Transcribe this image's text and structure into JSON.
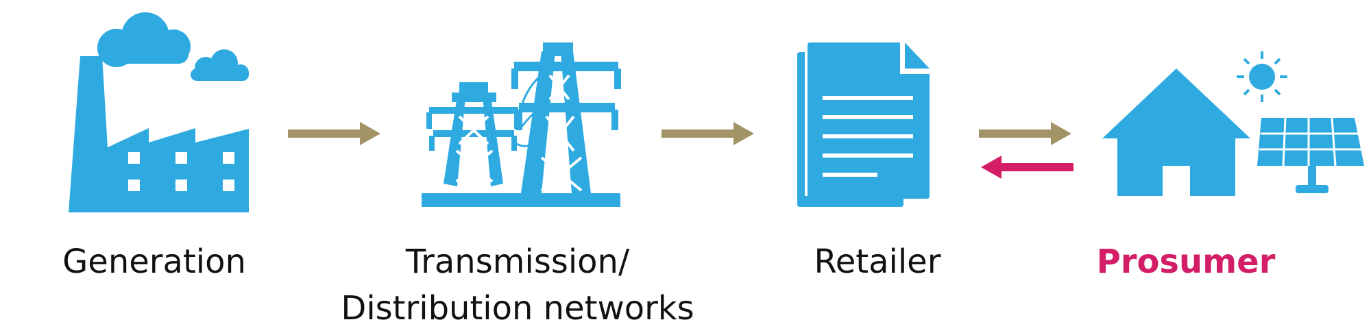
{
  "stages": [
    {
      "label": "Generation",
      "icon": "factory-icon",
      "highlight": false
    },
    {
      "label_line1": "Transmission/",
      "label_line2": "Distribution networks",
      "icon": "transmission-tower-icon",
      "highlight": false
    },
    {
      "label": "Retailer",
      "icon": "document-icon",
      "highlight": false
    },
    {
      "label": "Prosumer",
      "icon": "house-solar-icon",
      "highlight": true
    }
  ],
  "colors": {
    "icon": "#2EAAE1",
    "arrow_forward": "#A39467",
    "arrow_back": "#D31D67",
    "label": "#111111",
    "highlight_label": "#D31D67"
  }
}
